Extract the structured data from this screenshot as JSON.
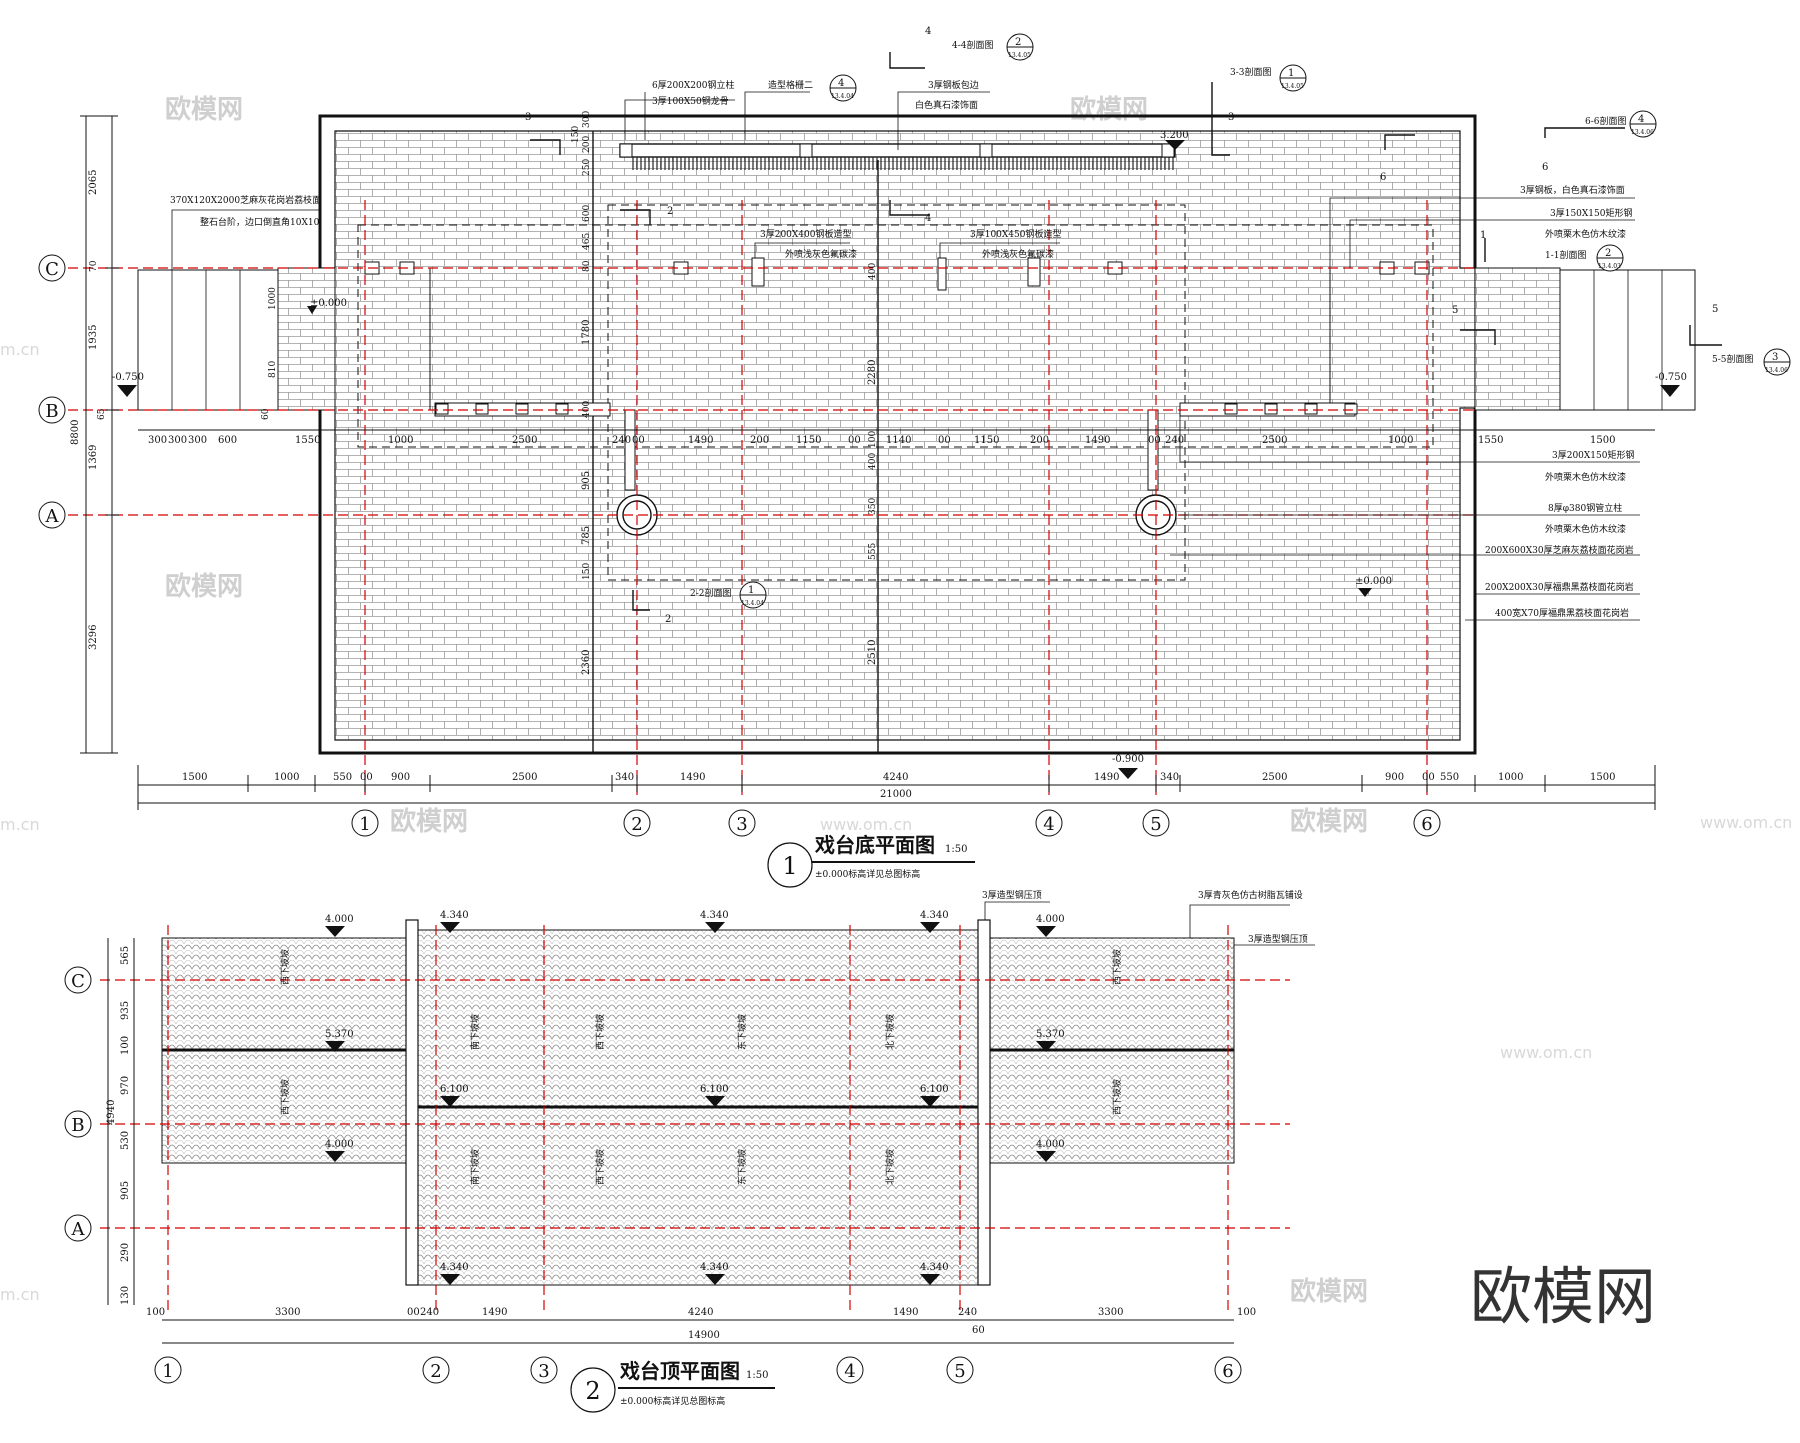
{
  "plan1": {
    "number": "1",
    "title": "戏台底平面图",
    "scale": "1:50",
    "note": "±0.000标高详见总图标高",
    "axes_cols": [
      "1",
      "2",
      "3",
      "4",
      "5",
      "6"
    ],
    "axes_rows": [
      "C",
      "B",
      "A"
    ],
    "bottom_dims": [
      "1500",
      "1000",
      "550",
      "00",
      "900",
      "2500",
      "340",
      "1490",
      "4240",
      "1490",
      "340",
      "2500",
      "900",
      "00",
      "550",
      "1000",
      "1500"
    ],
    "total_dim": "21000",
    "top_row_dims": [
      "300",
      "300",
      "300",
      "600",
      "1550",
      "1000",
      "2500",
      "240",
      "00",
      "1490",
      "200",
      "1150",
      "00",
      "1140",
      "00",
      "1150",
      "200",
      "1490",
      "00",
      "240",
      "2500",
      "1000",
      "1550",
      "1500"
    ],
    "left_dims": [
      "2065",
      "70",
      "1935",
      "65",
      "1369",
      "3296"
    ],
    "left_total": "8800",
    "inner_left_dims": [
      "1000",
      "810",
      "60"
    ],
    "vertical_mid_dims": [
      "300",
      "150",
      "200",
      "250",
      "600",
      "465",
      "80",
      "1780",
      "400",
      "905",
      "785",
      "150",
      "2360"
    ],
    "center_dims": [
      "400",
      "2280",
      "100",
      "400",
      "350",
      "555",
      "2510"
    ],
    "levels": {
      "main": "±0.000",
      "left_step": "-0.750",
      "right_step": "-0.750",
      "bottom": "-0.900",
      "right_floor": "±0.000",
      "top": "3.200"
    },
    "labels": {
      "l1": "6厚200X200钢立柱",
      "l2": "3厚100X50钢龙骨",
      "l3": "造型格栅二",
      "l4": "3厚钢板包边",
      "l5": "白色真石漆饰面",
      "l6": "370X120X2000芝麻灰花岗岩荔枝面",
      "l7": "整石台阶，边口倒直角10X10",
      "l8": "3厚200X400钢板造型",
      "l9": "外喷浅灰色氟碳漆",
      "l10": "3厚100X450钢板造型",
      "l11": "外喷浅灰色氟碳漆",
      "r1": "3厚钢板，白色真石漆饰面",
      "r2": "3厚150X150矩形钢",
      "r3": "外喷栗木色仿木纹漆",
      "r4": "3厚200X150矩形钢",
      "r5": "外喷栗木色仿木纹漆",
      "r6": "8厚φ380钢管立柱",
      "r7": "外喷栗木色仿木纹漆",
      "r8": "200X600X30厚芝麻灰荔枝面花岗岩",
      "r9": "200X200X30厚福鼎黑荔枝面花岗岩",
      "r10": "400宽X70厚福鼎黑荔枝面花岗岩"
    },
    "section_marks": {
      "s44": {
        "label": "4-4剖面图",
        "num": "2",
        "ref": "13.4.05",
        "mark": "4"
      },
      "s33": {
        "label": "3-3剖面图",
        "num": "1",
        "ref": "13.4.05",
        "mark": "3"
      },
      "s66": {
        "label": "6-6剖面图",
        "num": "4",
        "ref": "13.4.06",
        "mark": "6"
      },
      "s11": {
        "label": "1-1剖面图",
        "num": "2",
        "ref": "13.4.03",
        "mark": "1"
      },
      "s55": {
        "label": "5-5剖面图",
        "num": "3",
        "ref": "13.4.06",
        "mark": "5"
      },
      "s22": {
        "label": "2-2剖面图",
        "num": "1",
        "ref": "13.4.04",
        "mark": "2"
      },
      "grille": {
        "num": "4",
        "ref": "13.4.04"
      }
    }
  },
  "plan2": {
    "number": "2",
    "title": "戏台顶平面图",
    "scale": "1:50",
    "note": "±0.000标高详见总图标高",
    "axes_cols": [
      "1",
      "2",
      "3",
      "4",
      "5",
      "6"
    ],
    "axes_rows": [
      "C",
      "B",
      "A"
    ],
    "bottom_dims": [
      "100",
      "3300",
      "00",
      "240",
      "1490",
      "4240",
      "1490",
      "240",
      "3300",
      "100"
    ],
    "bottom_sub": "60",
    "total_dim": "14900",
    "left_dims": [
      "565",
      "935",
      "100",
      "970",
      "530",
      "905",
      "290",
      "130"
    ],
    "left_total": "4940",
    "levels": {
      "e1": "4.000",
      "e2": "4.340",
      "e3": "4.340",
      "e4": "4.340",
      "e5": "4.000",
      "m1": "5.370",
      "m2": "5.370",
      "c1": "6.100",
      "c2": "6.100",
      "c3": "6.100",
      "b1": "4.000",
      "b2": "4.000",
      "f1": "4.340",
      "f2": "4.340",
      "f3": "4.340"
    },
    "labels": {
      "a1": "3厚造型钢压顶",
      "a2": "3厚青灰色仿古树脂瓦铺设",
      "a3": "3厚造型钢压顶",
      "slope_down": "西下坡坡",
      "slope_w": "西下坡坡",
      "slope_e": "东下坡坡",
      "slope_s": "南下坡坡",
      "slope_n": "北下坡坡"
    }
  },
  "watermark": {
    "brand": "欧模网",
    "url": "www.om.cn",
    "url_short": "m.cn"
  },
  "colors": {
    "line": "#111111",
    "axis": "#d40000",
    "tile": "#9a9a9a",
    "dim": "#222222"
  }
}
